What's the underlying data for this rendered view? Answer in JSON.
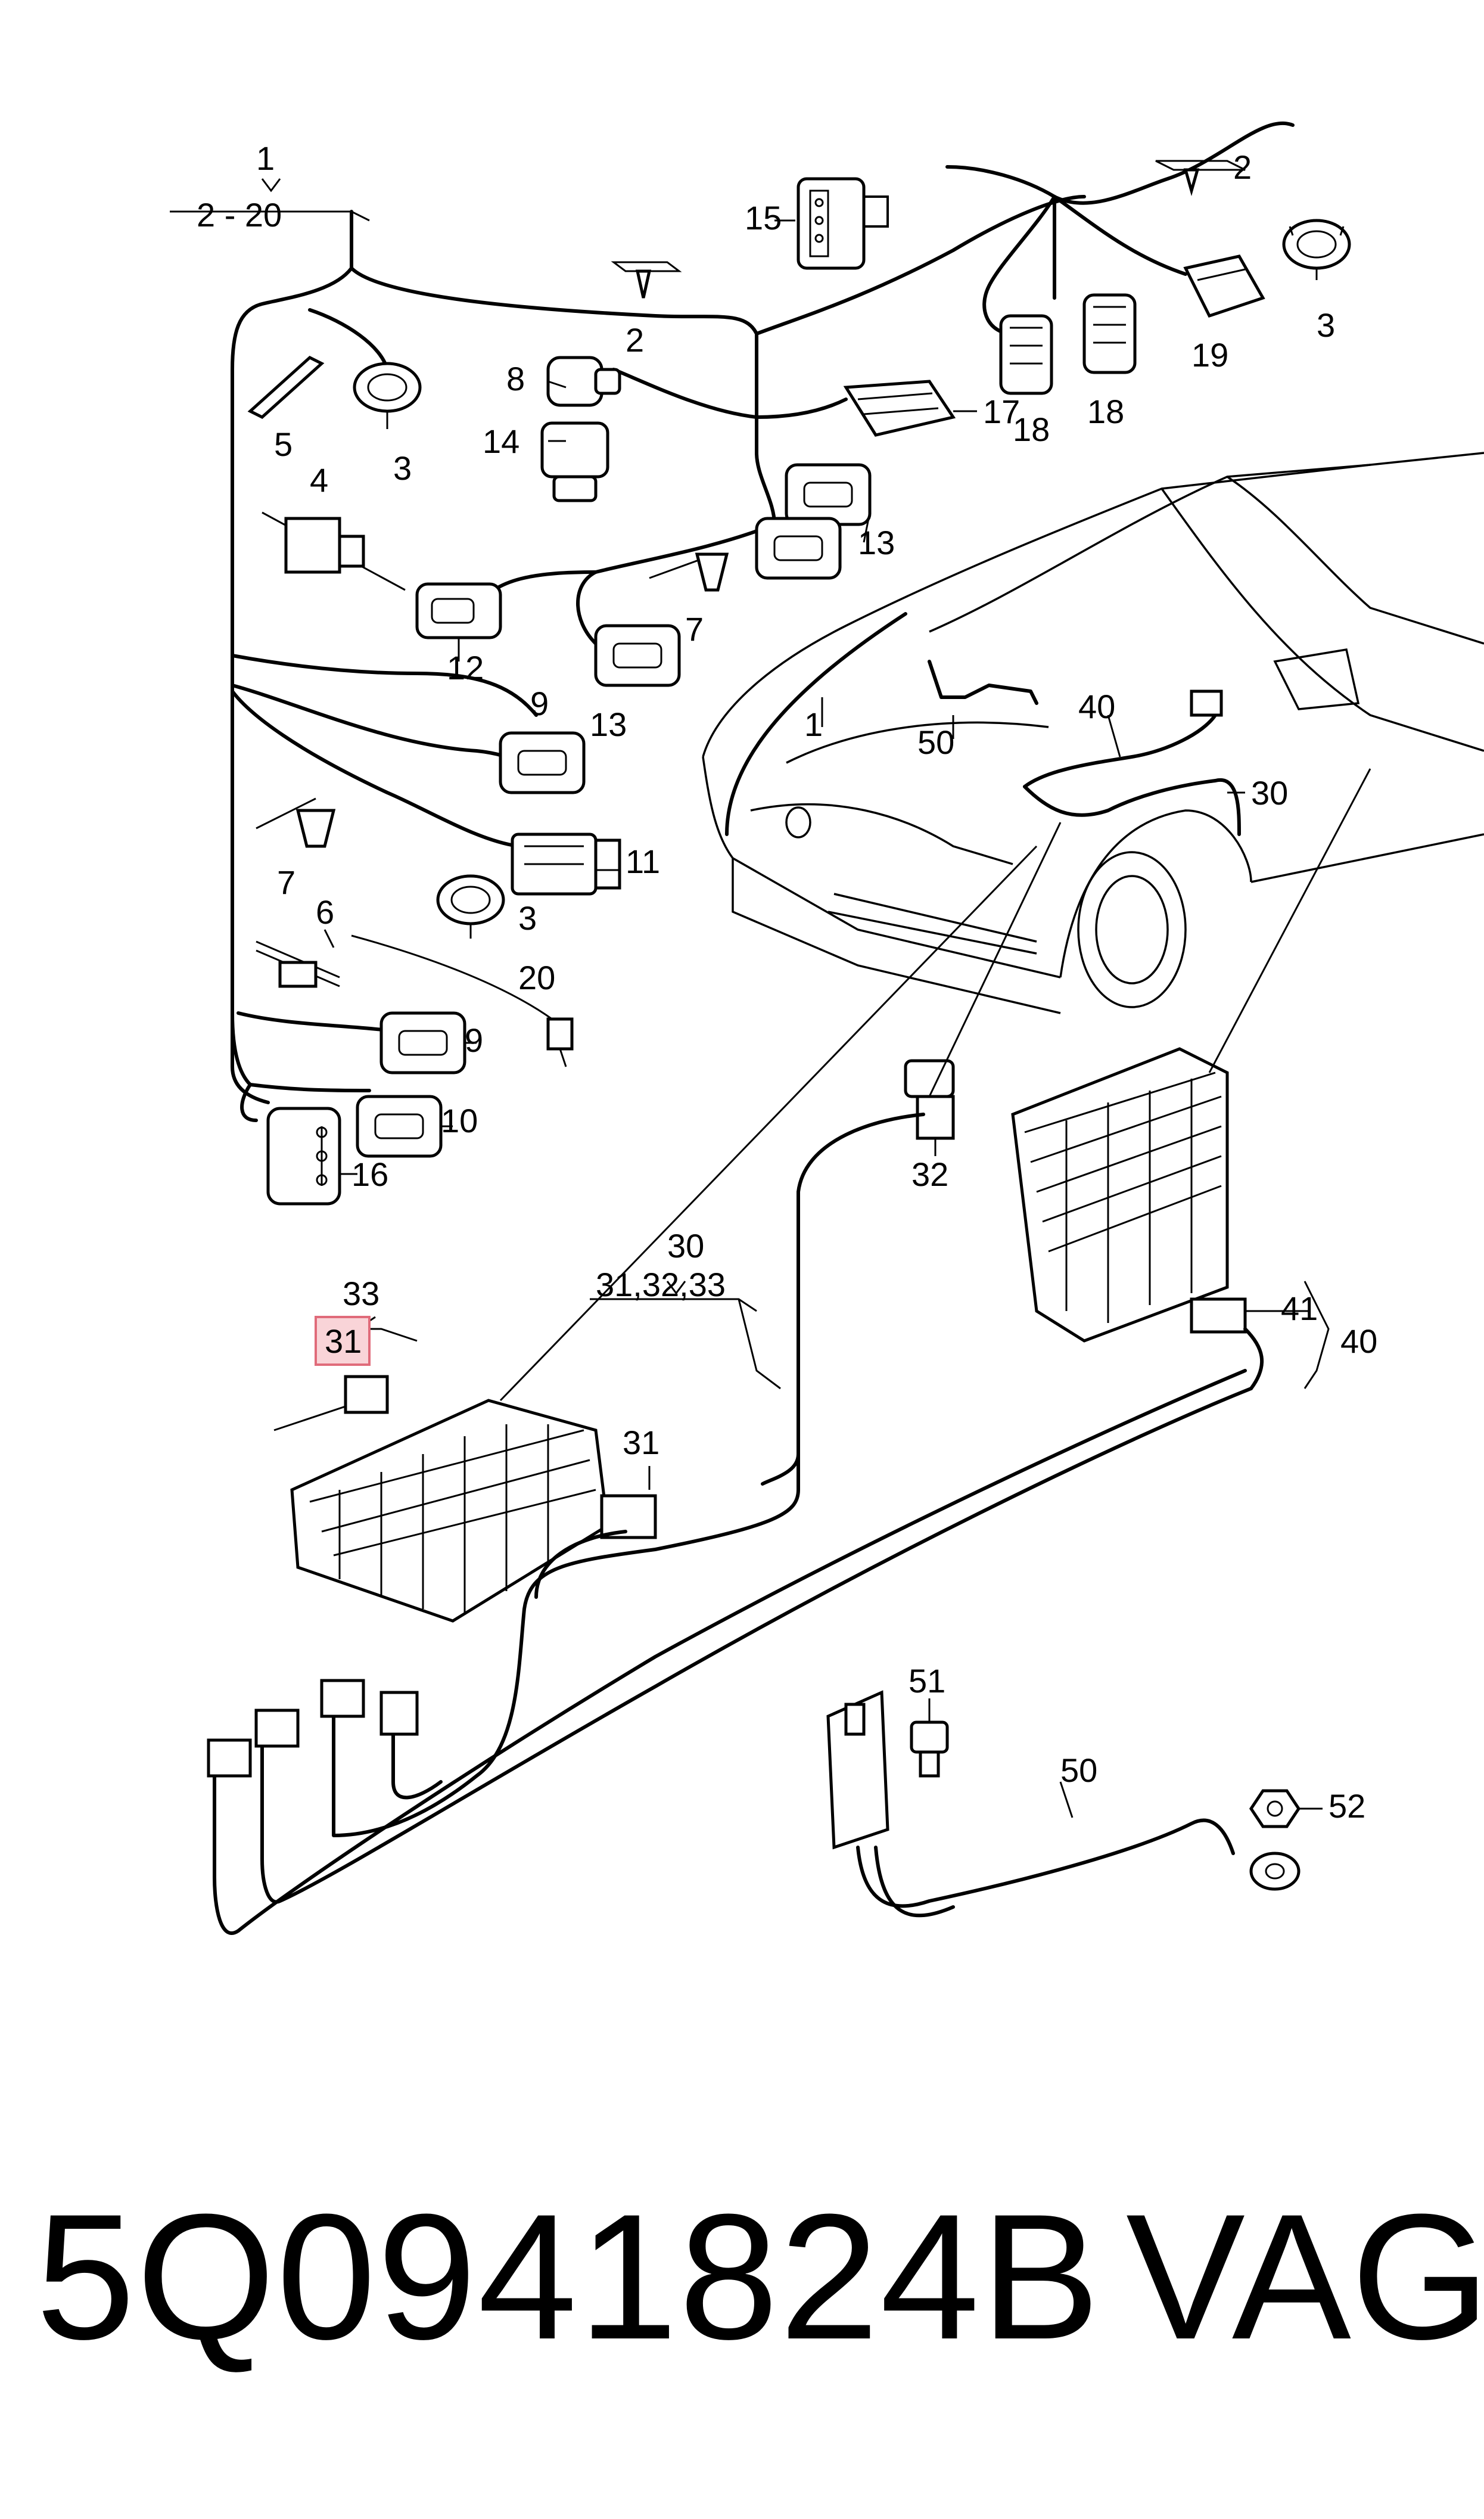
{
  "callouts": {
    "c1_top": "1",
    "c1_range": "2 - 20",
    "c2_top_right": "2",
    "c15": "15",
    "c3_top_right": "3",
    "c19": "19",
    "c18_a": "18",
    "c18_b": "18",
    "c17": "17",
    "c13_a": "13",
    "c13_b": "13",
    "c2_mid": "2",
    "c5": "5",
    "c3_left": "3",
    "c8": "8",
    "c14": "14",
    "c4": "4",
    "c12": "12",
    "c7_a": "7",
    "c9_a": "9",
    "c11": "11",
    "c7_b": "7",
    "c3_low": "3",
    "c6": "6",
    "c20": "20",
    "c9_b": "9",
    "c10": "10",
    "c16": "16",
    "c1_car": "1",
    "c50_car": "50",
    "c40_car": "40",
    "c30_car": "30",
    "c32": "32",
    "c41": "41",
    "c40_bracket": "40",
    "c30_group": "30",
    "c30_group_range": "31,32,33",
    "c33": "33",
    "c31_highlight": "31",
    "c31_box": "31",
    "c51": "51",
    "c50": "50",
    "c52": "52"
  },
  "footer": {
    "part_number": "5Q0941824B",
    "brand": "VAG"
  },
  "colors": {
    "highlight_fill": "#f9d4d8",
    "highlight_stroke": "#e06b7a",
    "ink": "#000000"
  }
}
